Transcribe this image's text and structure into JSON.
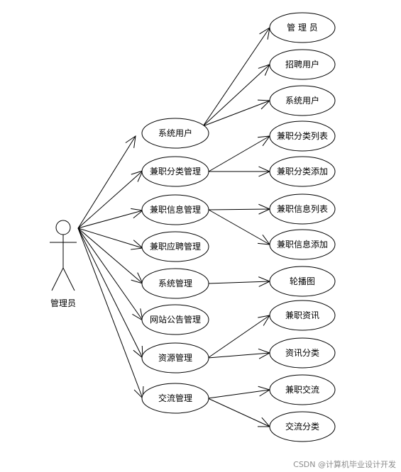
{
  "actor": {
    "label": "管理员"
  },
  "use_cases": [
    {
      "id": "uc1",
      "label": "系统用户",
      "children": [
        {
          "label": "管 理 员"
        },
        {
          "label": "招聘用户"
        },
        {
          "label": "系统用户"
        }
      ]
    },
    {
      "id": "uc2",
      "label": "兼职分类管理",
      "children": [
        {
          "label": "兼职分类列表"
        },
        {
          "label": "兼职分类添加"
        }
      ]
    },
    {
      "id": "uc3",
      "label": "兼职信息管理",
      "children": [
        {
          "label": "兼职信息列表"
        },
        {
          "label": "兼职信息添加"
        }
      ]
    },
    {
      "id": "uc4",
      "label": "兼职应聘管理",
      "children": []
    },
    {
      "id": "uc5",
      "label": "系统管理",
      "children": [
        {
          "label": "轮播图"
        }
      ]
    },
    {
      "id": "uc6",
      "label": "网站公告管理",
      "children": []
    },
    {
      "id": "uc7",
      "label": "资源管理",
      "children": [
        {
          "label": "兼职资讯"
        },
        {
          "label": "资讯分类"
        }
      ]
    },
    {
      "id": "uc8",
      "label": "交流管理",
      "children": [
        {
          "label": "兼职交流"
        },
        {
          "label": "交流分类"
        }
      ]
    }
  ],
  "watermark": "CSDN @计算机毕业设计开发"
}
